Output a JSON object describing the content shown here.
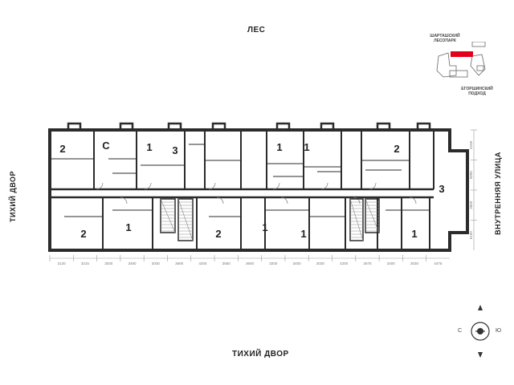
{
  "labels": {
    "top": "ЛЕС",
    "bottom": "ТИХИЙ ДВОР",
    "left": "ТИХИЙ ДВОР",
    "right": "ВНУТРЕННЯЯ УЛИЦА"
  },
  "apartments_top": [
    "2",
    "С",
    "1",
    "3",
    "1",
    "1",
    "2"
  ],
  "apartments_bottom": [
    "2",
    "1",
    "2",
    "1",
    "1",
    "1"
  ],
  "apartment_end": "3",
  "dimensions_bottom": [
    "3120",
    "3215",
    "3030",
    "3480",
    "3030",
    "3600",
    "4200",
    "3550",
    "3600",
    "3200",
    "3400",
    "3030",
    "4200",
    "2675",
    "3400",
    "3030",
    "4475"
  ],
  "dimensions_right": [
    "6150",
    "5600",
    "3650",
    "6150"
  ],
  "minimap": {
    "caption_top": "ШАРТАШСКИЙ ЛЕСОПАРК",
    "caption_bottom": "ЕГОРШИНСКИЙ ПОДХОД"
  },
  "compass": {
    "west": "С",
    "east": "Ю"
  },
  "colors": {
    "wall": "#2b2b2b",
    "highlight": "#e3001b",
    "dim": "#9a9a9a"
  }
}
